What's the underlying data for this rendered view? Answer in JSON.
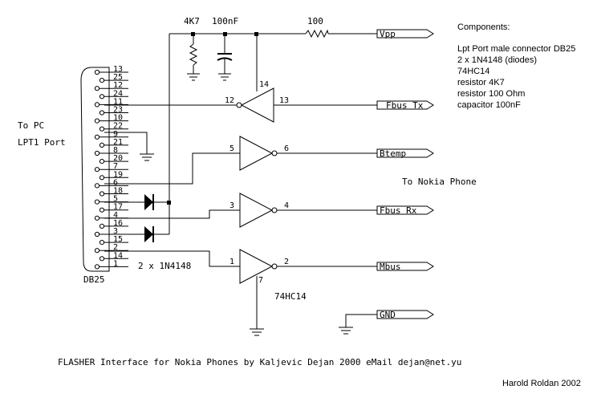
{
  "components_box": {
    "title": "Components:",
    "items": [
      "Lpt Port male connector DB25",
      "2 x 1N4148 (diodes)",
      "74HC14",
      "resistor 4K7",
      "resistor 100 Ohm",
      "capacitor 100nF"
    ]
  },
  "labels": {
    "to_pc": "To PC",
    "lpt1_port": "LPT1 Port",
    "db25": "DB25",
    "to_nokia": "To Nokia Phone",
    "diodes": "2 x 1N4148",
    "ic": "74HC14",
    "r_4k7": "4K7",
    "c_100nf": "100nF",
    "r_100": "100",
    "footer": "FLASHER Interface for Nokia Phones by Kaljevic Dejan 2000  eMail dejan@net.yu",
    "credit": "Harold Roldan 2002"
  },
  "connectors": {
    "vpp": "Vpp",
    "fbus_tx": "Fbus Tx",
    "btemp": "Btemp",
    "fbus_rx": "Fbus Rx",
    "mbus": "Mbus",
    "gnd": "GND"
  },
  "db25_pins": [
    "13",
    "25",
    "12",
    "24",
    "11",
    "23",
    "10",
    "22",
    "9",
    "21",
    "8",
    "20",
    "7",
    "19",
    "6",
    "18",
    "5",
    "17",
    "4",
    "16",
    "3",
    "15",
    "2",
    "14",
    "1"
  ],
  "gate_pins": {
    "g1_in": "12",
    "g1_out": "13",
    "g1_vcc": "14",
    "g2_in": "5",
    "g2_out": "6",
    "g3_in": "3",
    "g3_out": "4",
    "g4_in": "1",
    "g4_out": "2",
    "g4_gnd": "7"
  }
}
